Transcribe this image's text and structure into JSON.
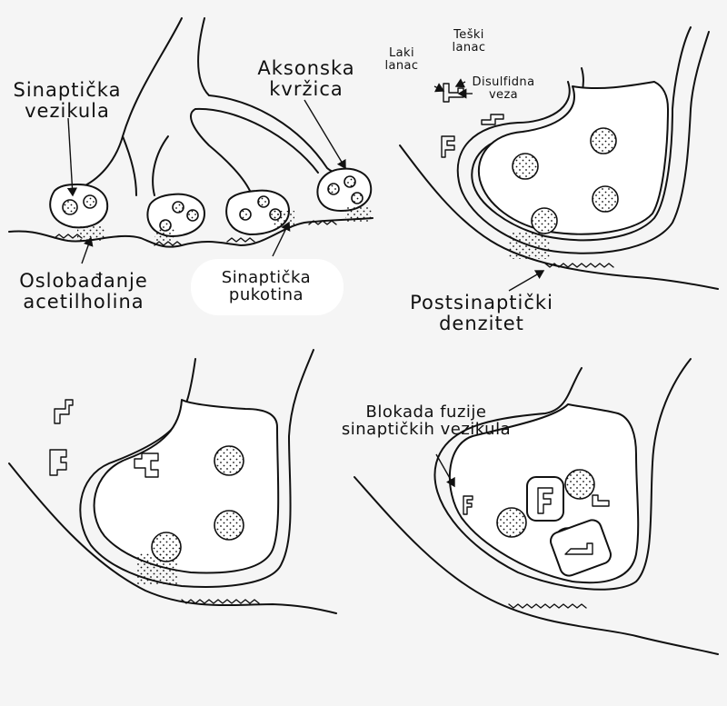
{
  "labels": {
    "synaptic_vesicle": [
      "Sinaptička",
      "vezikula"
    ],
    "axon_terminal": [
      "Aksonska",
      "kvržica"
    ],
    "ach_release": [
      "Oslobađanje",
      "acetilholina"
    ],
    "synaptic_cleft": [
      "Sinaptička",
      "pukotina"
    ],
    "light_chain": [
      "Laki",
      "lanac"
    ],
    "heavy_chain": [
      "Teški",
      "lanac"
    ],
    "disulfide_bond": [
      "Disulfidna",
      "veza"
    ],
    "postsynaptic_density": [
      "Postsinaptički",
      "denzitet"
    ],
    "fusion_block": [
      "Blokada fuzije",
      "sinaptičkih vezikula"
    ]
  },
  "colors": {
    "ink": "#111111",
    "background": "#f5f5f5",
    "cell": "#ffffff"
  },
  "icons": [
    "toxin-molecule-icon",
    "vesicle-icon",
    "neuron-membrane"
  ]
}
